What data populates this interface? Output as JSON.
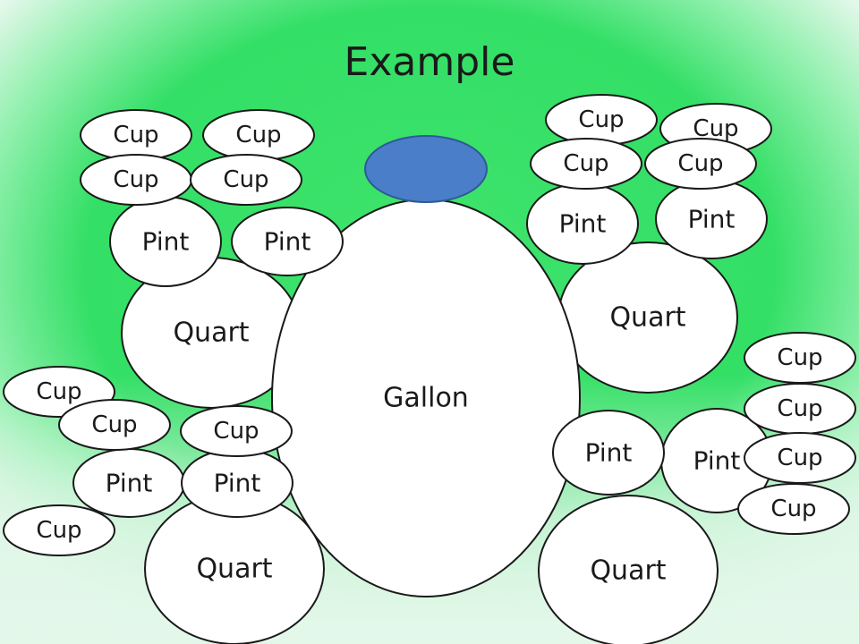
{
  "slide": {
    "title": "Example",
    "labels": {
      "gallon": "Gallon",
      "quart": "Quart",
      "pint": "Pint",
      "cup": "Cup"
    }
  },
  "diagram": {
    "gallon_count": 1,
    "quarts_per_gallon": 4,
    "pints_per_quart": 2,
    "cups_per_pint": 2,
    "colors": {
      "background": "#3fe36c",
      "shape_fill": "#ffffff",
      "shape_stroke": "#1a1a1a",
      "cap_fill": "#4a7ec9",
      "cap_stroke": "#2f5a96"
    }
  }
}
